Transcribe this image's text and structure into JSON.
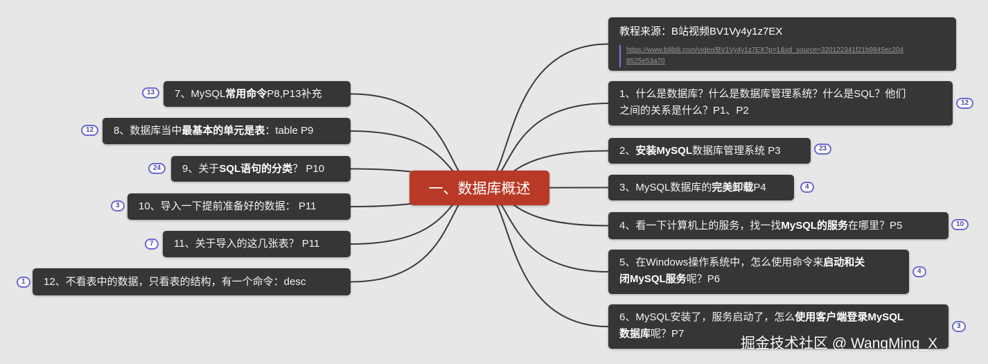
{
  "root": {
    "label": "一、数据库概述"
  },
  "source": {
    "title": "教程来源：B站视频BV1Vy4y1z7EX",
    "link_line1": "https://www.bilibili.com/video/BV1Vy4y1z7EX?p=1&vd_source=320122341f21b9845ec204",
    "link_line2": "8525e53a70"
  },
  "right": [
    {
      "line1": [
        "1、什么是数据库？什么是数据库管理系统？什么是SQL？他们"
      ],
      "line2": [
        "之间的关系是什么？P1、P2"
      ],
      "count": "12"
    },
    {
      "line1": [
        "2、",
        "安装MySQL",
        "数据库管理系统 P3"
      ],
      "count": "23"
    },
    {
      "line1": [
        "3、MySQL数据库的",
        "完美卸载",
        " P4"
      ],
      "count": "4"
    },
    {
      "line1": [
        "4、看一下计算机上的服务，找一找",
        "MySQL的服务",
        "在哪里？P5"
      ],
      "count": "10"
    },
    {
      "line1": [
        "5、在Windows操作系统中，怎么使用命令来",
        "启动和关"
      ],
      "line2": [
        "闭MySQL服务",
        "呢？P6"
      ],
      "count": "4"
    },
    {
      "line1": [
        "6、MySQL安装了，服务启动了，怎么",
        "使用客户端登录MySQL"
      ],
      "line2": [
        "数据库",
        "呢？P7"
      ],
      "count": "3"
    }
  ],
  "left": [
    {
      "line1": [
        "7、MySQL",
        "常用命令",
        " P8,P13补充"
      ],
      "count": "13"
    },
    {
      "line1": [
        "8、数据库当中",
        "最基本的单元是表",
        "：table P9"
      ],
      "count": "12"
    },
    {
      "line1": [
        "9、关于",
        "SQL语句的分类",
        "？ P10"
      ],
      "count": "24"
    },
    {
      "line1": [
        "10、导入一下提前准备好的数据： P11"
      ],
      "count": "3"
    },
    {
      "line1": [
        "11、关于导入的这几张表？ P11"
      ],
      "count": "7"
    },
    {
      "line1": [
        "12、不看表中的数据，只看表的结构，有一个命令：desc"
      ],
      "count": "1"
    }
  ],
  "watermark": "掘金技术社区 @ WangMing_X",
  "colors": {
    "root": "#b83a26",
    "node": "#363636",
    "edge": "#3a3a3a",
    "badge_border": "#6a68cf"
  }
}
